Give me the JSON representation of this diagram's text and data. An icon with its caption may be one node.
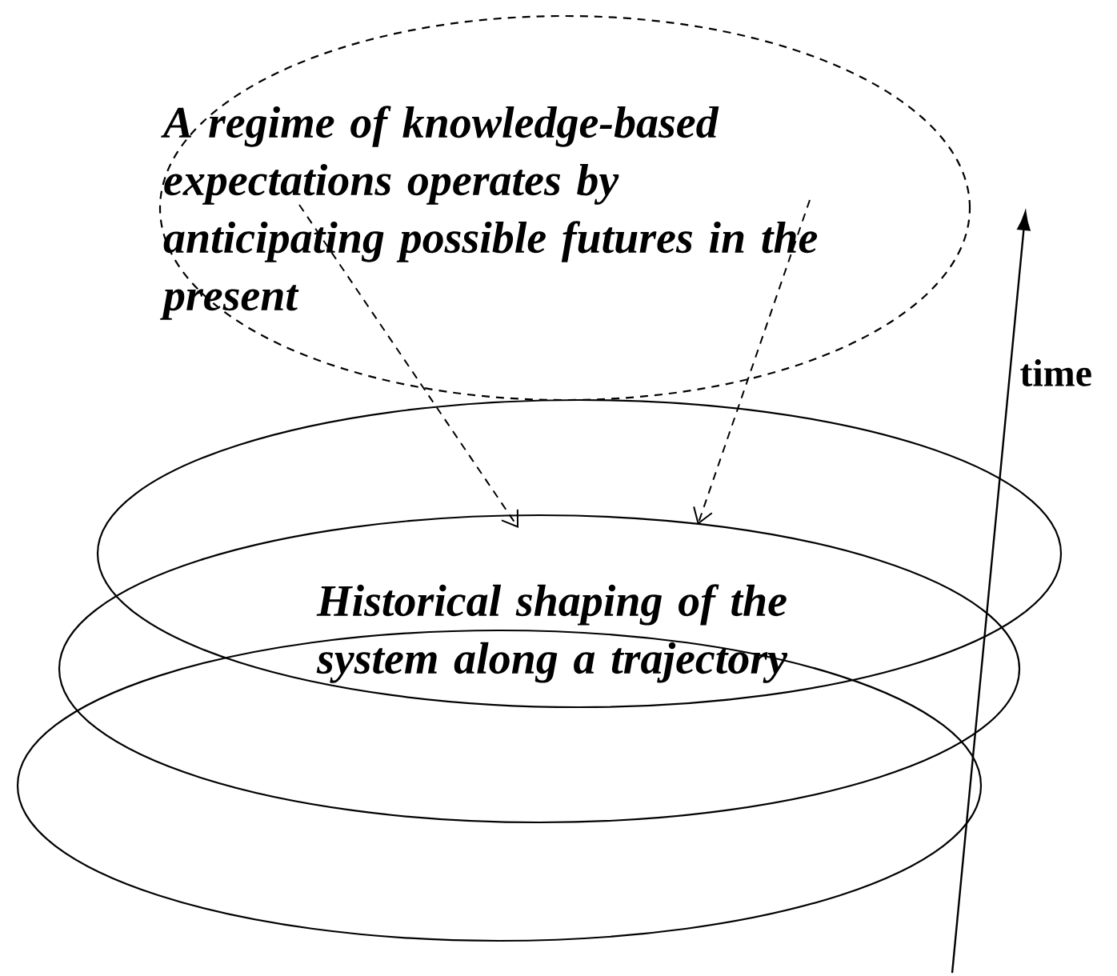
{
  "diagram": {
    "nodes": [
      {
        "text": [
          "A regime of knowledge-based expectations operates by anticipating possible futures in the present"
        ]
      },
      {
        "text": [],
        "shape": "ellipse"
      },
      {
        "text": [
          "Historical shaping of the system along a trajectory"
        ]
      },
      {
        "text": [],
        "shape": "ellipse"
      }
    ],
    "edges": [
      {
        "from": 0,
        "to": 1,
        "arrow": "to",
        "style": "dashed"
      },
      {
        "from": 0,
        "to": 1,
        "arrow": "to",
        "style": "dashed"
      }
    ],
    "labels": [
      "time"
    ]
  }
}
